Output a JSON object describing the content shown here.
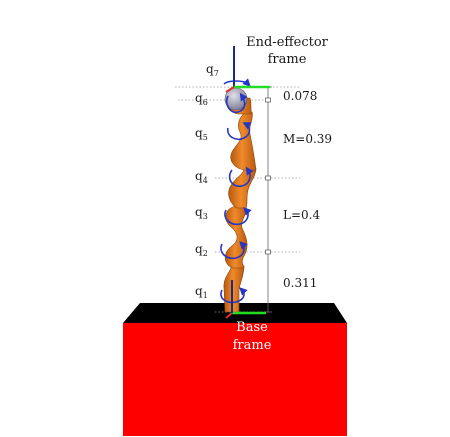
{
  "labels": {
    "end_effector_line1": "End-effector",
    "end_effector_line2": "frame",
    "base_line1": "Base",
    "base_line2": "frame"
  },
  "joints": [
    {
      "base": "q",
      "sub": "1"
    },
    {
      "base": "q",
      "sub": "2"
    },
    {
      "base": "q",
      "sub": "3"
    },
    {
      "base": "q",
      "sub": "4"
    },
    {
      "base": "q",
      "sub": "5"
    },
    {
      "base": "q",
      "sub": "6"
    },
    {
      "base": "q",
      "sub": "7"
    }
  ],
  "dimensions": {
    "top": "0.078",
    "upper": "M=0.39",
    "lower": "L=0.4",
    "base": "0.311"
  },
  "colors": {
    "pedestal_front": "#ff0000",
    "pedestal_top": "#000000",
    "robot_link": "#e8771c",
    "rotation_arrow": "#2536c4",
    "frame_axis_green": "#22dd22",
    "frame_axis_red": "#e03030",
    "frame_axis_blue": "#1a2a8c",
    "end_effector_sphere": "#9a9ab0",
    "guide_lines": "#999999"
  }
}
